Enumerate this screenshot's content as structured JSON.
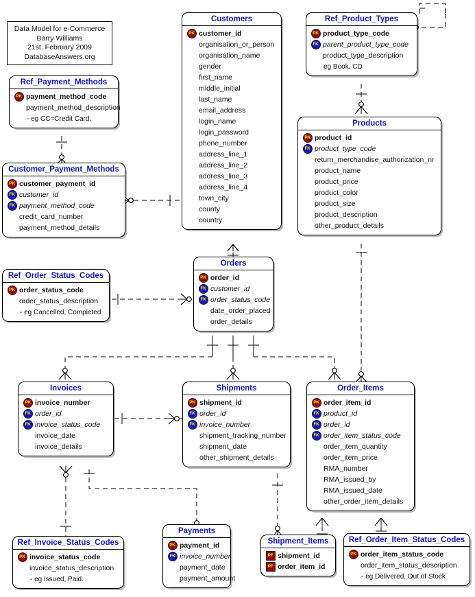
{
  "diagram": {
    "title_note": {
      "lines": [
        "Data Model for e-Commerce",
        "Barry Williams",
        "21st. February 2009",
        "DatabaseAnswers.org"
      ]
    },
    "colors": {
      "entity_title": "#1414c8",
      "pk_badge": "#8b0f10",
      "fk_badge": "#1b1bb4",
      "badge_text": "#ffe000",
      "line": "#000000",
      "background": "#ffffff"
    },
    "key_labels": {
      "pk": "PK",
      "fk": "FK",
      "pf": "PF"
    },
    "entities": [
      {
        "id": "ref_payment_methods",
        "name": "Ref_Payment_Methods",
        "attributes": [
          {
            "key": "PK",
            "name": "payment_method_code"
          },
          {
            "key": "",
            "name": "payment_method_description"
          },
          {
            "key": "",
            "name": "- eg CC=Credit Card."
          }
        ]
      },
      {
        "id": "customer_payment_methods",
        "name": "Customer_Payment_Methods",
        "attributes": [
          {
            "key": "PK",
            "name": "customer_payment_id"
          },
          {
            "key": "FK",
            "name": "customer_id"
          },
          {
            "key": "FK",
            "name": "payment_method_code"
          },
          {
            "key": "",
            "name": "credit_card_number"
          },
          {
            "key": "",
            "name": "payment_method_details"
          }
        ]
      },
      {
        "id": "customers",
        "name": "Customers",
        "attributes": [
          {
            "key": "PK",
            "name": "customer_id"
          },
          {
            "key": "",
            "name": "organisation_or_person"
          },
          {
            "key": "",
            "name": "organisation_name"
          },
          {
            "key": "",
            "name": "gender"
          },
          {
            "key": "",
            "name": "first_name"
          },
          {
            "key": "",
            "name": "middle_initial"
          },
          {
            "key": "",
            "name": "last_name"
          },
          {
            "key": "",
            "name": "email_address"
          },
          {
            "key": "",
            "name": "login_name"
          },
          {
            "key": "",
            "name": "login_password"
          },
          {
            "key": "",
            "name": "phone_number"
          },
          {
            "key": "",
            "name": "address_line_1"
          },
          {
            "key": "",
            "name": "address_line_2"
          },
          {
            "key": "",
            "name": "address_line_3"
          },
          {
            "key": "",
            "name": "address_line_4"
          },
          {
            "key": "",
            "name": "town_city"
          },
          {
            "key": "",
            "name": "county"
          },
          {
            "key": "",
            "name": "country"
          }
        ]
      },
      {
        "id": "ref_product_types",
        "name": "Ref_Product_Types",
        "attributes": [
          {
            "key": "PK",
            "name": "product_type_code"
          },
          {
            "key": "FK",
            "name": "parent_product_type_code"
          },
          {
            "key": "",
            "name": "product_type_description"
          },
          {
            "key": "",
            "name": "eg Book, CD"
          }
        ]
      },
      {
        "id": "products",
        "name": "Products",
        "attributes": [
          {
            "key": "PK",
            "name": "product_id"
          },
          {
            "key": "FK",
            "name": "product_type_code"
          },
          {
            "key": "",
            "name": "return_merchandise_authorization_nr"
          },
          {
            "key": "",
            "name": "product_name"
          },
          {
            "key": "",
            "name": "product_price"
          },
          {
            "key": "",
            "name": "product_color"
          },
          {
            "key": "",
            "name": "product_size"
          },
          {
            "key": "",
            "name": "product_description"
          },
          {
            "key": "",
            "name": "other_product_details"
          }
        ]
      },
      {
        "id": "ref_order_status_codes",
        "name": "Ref_Order_Status_Codes",
        "attributes": [
          {
            "key": "PK",
            "name": "order_status_code"
          },
          {
            "key": "",
            "name": "order_status_description"
          },
          {
            "key": "",
            "name": "- eg Cancelled, Completed"
          }
        ]
      },
      {
        "id": "orders",
        "name": "Orders",
        "attributes": [
          {
            "key": "PK",
            "name": "order_id"
          },
          {
            "key": "FK",
            "name": "customer_id"
          },
          {
            "key": "FK",
            "name": "order_status_code"
          },
          {
            "key": "",
            "name": "date_order_placed"
          },
          {
            "key": "",
            "name": "order_details"
          }
        ]
      },
      {
        "id": "invoices",
        "name": "Invoices",
        "attributes": [
          {
            "key": "PK",
            "name": "invoice_number"
          },
          {
            "key": "FK",
            "name": "order_id"
          },
          {
            "key": "FK",
            "name": "invoice_status_code"
          },
          {
            "key": "",
            "name": "invoice_date"
          },
          {
            "key": "",
            "name": "invoice_details"
          }
        ]
      },
      {
        "id": "shipments",
        "name": "Shipments",
        "attributes": [
          {
            "key": "PK",
            "name": "shipment_id"
          },
          {
            "key": "FK",
            "name": "order_id"
          },
          {
            "key": "FK",
            "name": "invoice_number"
          },
          {
            "key": "",
            "name": "shipment_tracking_number"
          },
          {
            "key": "",
            "name": "shipment_date"
          },
          {
            "key": "",
            "name": "other_shipment_details"
          }
        ]
      },
      {
        "id": "order_items",
        "name": "Order_Items",
        "attributes": [
          {
            "key": "PK",
            "name": "order_item_id"
          },
          {
            "key": "FK",
            "name": "product_id"
          },
          {
            "key": "FK",
            "name": "order_id"
          },
          {
            "key": "FK",
            "name": "order_item_status_code"
          },
          {
            "key": "",
            "name": "order_item_quantity"
          },
          {
            "key": "",
            "name": "order_item_price"
          },
          {
            "key": "",
            "name": "RMA_number"
          },
          {
            "key": "",
            "name": "RMA_issued_by"
          },
          {
            "key": "",
            "name": "RMA_issued_date"
          },
          {
            "key": "",
            "name": "other_order_item_details"
          }
        ]
      },
      {
        "id": "ref_invoice_status_codes",
        "name": "Ref_Invoice_Status_Codes",
        "attributes": [
          {
            "key": "PK",
            "name": "invoice_status_code"
          },
          {
            "key": "",
            "name": "invoice_status_description"
          },
          {
            "key": "",
            "name": "- eg Issued, Paid."
          }
        ]
      },
      {
        "id": "payments",
        "name": "Payments",
        "attributes": [
          {
            "key": "PK",
            "name": "payment_id"
          },
          {
            "key": "FK",
            "name": "invoice_number"
          },
          {
            "key": "",
            "name": "payment_date"
          },
          {
            "key": "",
            "name": "payment_amount"
          }
        ]
      },
      {
        "id": "shipment_items",
        "name": "Shipment_Items",
        "attributes": [
          {
            "key": "PF",
            "name": "shipment_id"
          },
          {
            "key": "PF",
            "name": "order_item_id"
          }
        ]
      },
      {
        "id": "ref_order_item_status_codes",
        "name": "Ref_Order_Item_Status_Codes",
        "attributes": [
          {
            "key": "PK",
            "name": "order_item_status_code"
          },
          {
            "key": "",
            "name": "order_item_status_description"
          },
          {
            "key": "",
            "name": "- eg Delivered, Out of Stock"
          }
        ]
      }
    ],
    "relationships": [
      {
        "from": "ref_payment_methods",
        "to": "customer_payment_methods",
        "type": "one-to-zero-or-many"
      },
      {
        "from": "customers",
        "to": "customer_payment_methods",
        "type": "one-to-zero-or-many"
      },
      {
        "from": "customers",
        "to": "orders",
        "type": "one-to-zero-or-many"
      },
      {
        "from": "ref_order_status_codes",
        "to": "orders",
        "type": "one-to-zero-or-many"
      },
      {
        "from": "ref_product_types",
        "to": "ref_product_types",
        "type": "recursive"
      },
      {
        "from": "ref_product_types",
        "to": "products",
        "type": "one-to-zero-or-many"
      },
      {
        "from": "products",
        "to": "order_items",
        "type": "one-to-zero-or-many"
      },
      {
        "from": "orders",
        "to": "invoices",
        "type": "one-to-zero-or-many"
      },
      {
        "from": "orders",
        "to": "shipments",
        "type": "one-to-zero-or-many"
      },
      {
        "from": "orders",
        "to": "order_items",
        "type": "one-to-zero-or-many"
      },
      {
        "from": "invoices",
        "to": "shipments",
        "type": "one-to-zero-or-many"
      },
      {
        "from": "invoices",
        "to": "payments",
        "type": "one-to-zero-or-many"
      },
      {
        "from": "ref_invoice_status_codes",
        "to": "invoices",
        "type": "one-to-zero-or-many"
      },
      {
        "from": "shipments",
        "to": "shipment_items",
        "type": "one-to-zero-or-many"
      },
      {
        "from": "order_items",
        "to": "shipment_items",
        "type": "one-to-zero-or-many"
      },
      {
        "from": "ref_order_item_status_codes",
        "to": "order_items",
        "type": "one-to-zero-or-many"
      }
    ]
  }
}
